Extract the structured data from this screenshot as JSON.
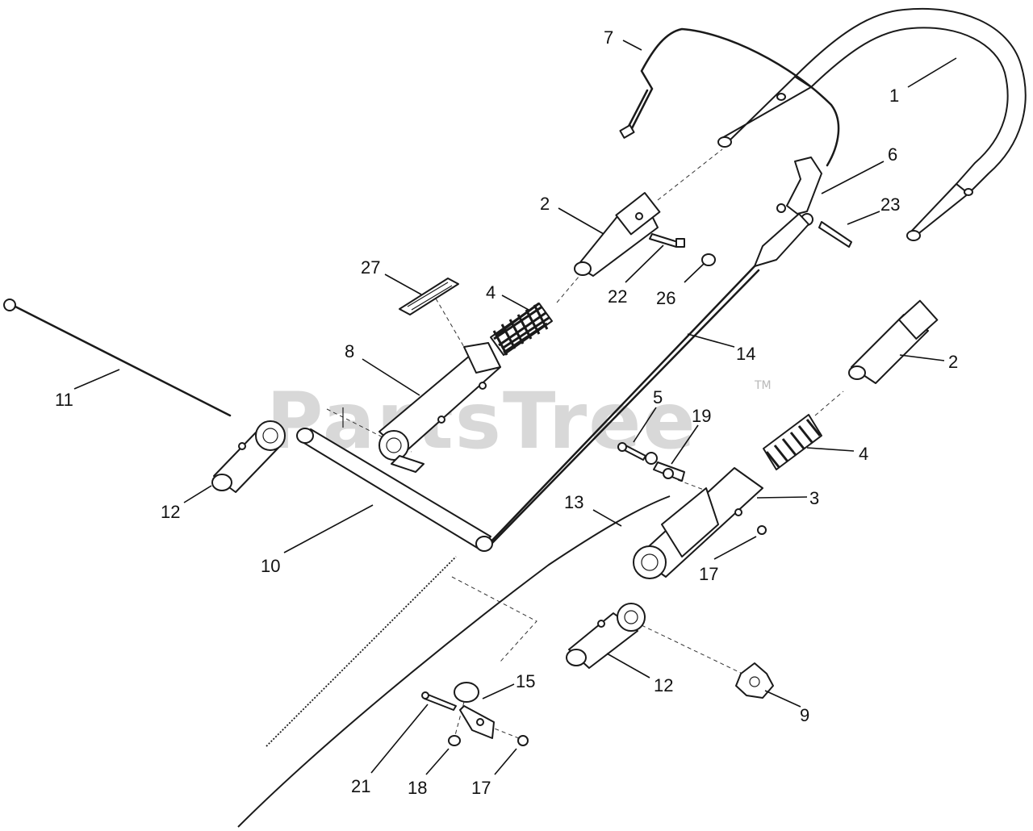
{
  "watermark": {
    "text": "PartsTree",
    "mark": "TM"
  },
  "callouts": [
    {
      "id": "c1",
      "text": "1"
    },
    {
      "id": "c2a",
      "text": "2"
    },
    {
      "id": "c2b",
      "text": "2"
    },
    {
      "id": "c3",
      "text": "3"
    },
    {
      "id": "c4a",
      "text": "4"
    },
    {
      "id": "c4b",
      "text": "4"
    },
    {
      "id": "c5",
      "text": "5"
    },
    {
      "id": "c6",
      "text": "6"
    },
    {
      "id": "c7",
      "text": "7"
    },
    {
      "id": "c8",
      "text": "8"
    },
    {
      "id": "c9",
      "text": "9"
    },
    {
      "id": "c10",
      "text": "10"
    },
    {
      "id": "c11",
      "text": "11"
    },
    {
      "id": "c12a",
      "text": "12"
    },
    {
      "id": "c12b",
      "text": "12"
    },
    {
      "id": "c13",
      "text": "13"
    },
    {
      "id": "c14",
      "text": "14"
    },
    {
      "id": "c15",
      "text": "15"
    },
    {
      "id": "c17a",
      "text": "17"
    },
    {
      "id": "c17b",
      "text": "17"
    },
    {
      "id": "c18",
      "text": "18"
    },
    {
      "id": "c19",
      "text": "19"
    },
    {
      "id": "c21",
      "text": "21"
    },
    {
      "id": "c22",
      "text": "22"
    },
    {
      "id": "c23",
      "text": "23"
    },
    {
      "id": "c26",
      "text": "26"
    },
    {
      "id": "c27",
      "text": "27"
    }
  ]
}
